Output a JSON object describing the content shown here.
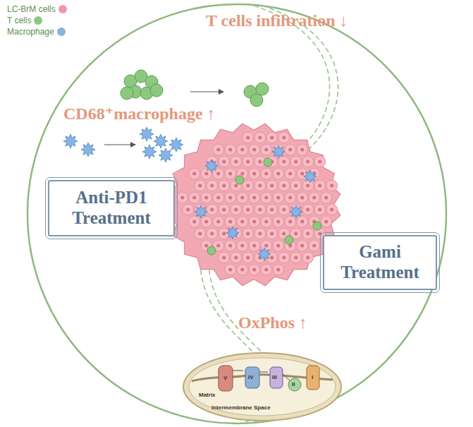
{
  "diagram": {
    "nodes": [
      {
        "text": [
          "Anti-PD1 Treatment"
        ]
      },
      {
        "text": [
          "Gami Treatment"
        ]
      }
    ],
    "labels": [
      "T cells infiltration ↓",
      "CD68⁺macrophage ↑",
      "OxPhos ↑",
      "Matrix",
      "Intermembrane Space",
      "V",
      "IV",
      "III",
      "II",
      "I"
    ],
    "legend": [
      {
        "text": "LC-BrM cells",
        "color": "#ec9aa6"
      },
      {
        "text": "T cells",
        "color": "#8cc97e"
      },
      {
        "text": "Macrophage",
        "color": "#86b4e6"
      }
    ]
  }
}
